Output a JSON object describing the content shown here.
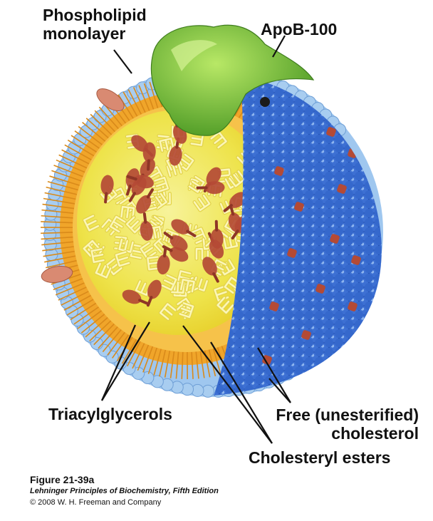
{
  "labels": {
    "phospholipid_line1": "Phospholipid",
    "phospholipid_line2": "monolayer",
    "apob": "ApoB-100",
    "triacylglycerols": "Triacylglycerols",
    "free_line1": "Free (unesterified)",
    "free_line2": "cholesterol",
    "cholesteryl_esters": "Cholesteryl esters"
  },
  "caption": {
    "figure": "Figure 21-39a",
    "book": "Lehninger Principles of Biochemistry, Fifth Edition",
    "copyright": "© 2008 W. H. Freeman and Company"
  },
  "colors": {
    "surface_blue": "#2f63c6",
    "headgroup_light": "#a8cdf0",
    "tail_orange": "#f0a52a",
    "core_yellow": "#f2ea55",
    "cholesterol_red": "#b44a35",
    "protein_green": "#7cc43a"
  }
}
